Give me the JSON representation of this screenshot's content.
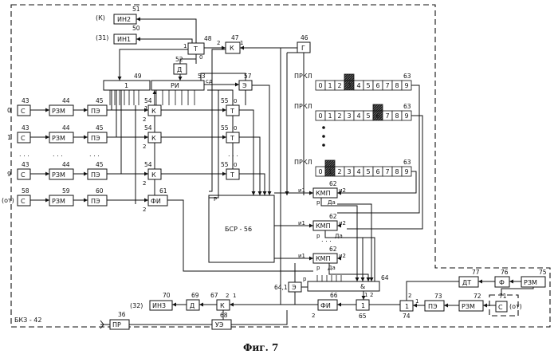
{
  "figure": {
    "caption": "Фиг. 7",
    "outer_label": "БКЗ - 42"
  },
  "outputs": {
    "k_label": "(К)",
    "k_block": "ИН2",
    "k_num": "51",
    "s31_label": "(31)",
    "s31_block": "ИН1",
    "s31_num": "50",
    "s32_label": "(32)",
    "s32_block": "ИН3",
    "s32_num": "70"
  },
  "top_logic": {
    "t48": "Т",
    "t48_num": "48",
    "k47": "К",
    "k47_num": "47",
    "g46": "Г",
    "g46_num": "46",
    "d52": "Д",
    "d52_num": "52",
    "ri": "РИ",
    "ri_num": "53",
    "reg49": "1",
    "reg49_num": "49",
    "e57": "Э",
    "e57_num": "57",
    "sd": "сд",
    "pin1": "1",
    "pin2": "2",
    "pin0": "0"
  },
  "rows": [
    {
      "label": "0",
      "s": "С",
      "s_num": "43",
      "rzm": "РЗМ",
      "rzm_num": "44",
      "pe": "ПЭ",
      "pe_num": "45",
      "k": "К",
      "k_num": "54",
      "t": "Т",
      "t_num": "55"
    },
    {
      "label": "1",
      "s": "С",
      "s_num": "43",
      "rzm": "РЗМ",
      "rzm_num": "44",
      "pe": "ПЭ",
      "pe_num": "45",
      "k": "К",
      "k_num": "54",
      "t": "Т",
      "t_num": "55"
    },
    {
      "label": "9",
      "s": "С",
      "s_num": "43",
      "rzm": "РЗМ",
      "rzm_num": "44",
      "pe": "ПЭ",
      "pe_num": "45",
      "k": "К",
      "k_num": "54",
      "t": "Т",
      "t_num": "55"
    }
  ],
  "ot_row": {
    "label": "(от)",
    "s": "С",
    "s_num": "58",
    "rzm": "РЗМ",
    "rzm_num": "59",
    "pe": "ПЭ",
    "pe_num": "60",
    "fi": "ФИ",
    "fi_num": "61"
  },
  "ellipsis": ". . .",
  "bsr": {
    "label": "БСР - 56",
    "p": "Р"
  },
  "prkl": {
    "label": "ПРКЛ",
    "num": "63",
    "cells": [
      "0",
      "1",
      "2",
      "3",
      "4",
      "5",
      "6",
      "7",
      "8",
      "9"
    ],
    "marked": [
      3,
      6,
      1
    ]
  },
  "kmp": {
    "label": "КМП",
    "num": "62",
    "i1": "и1",
    "i2": "и2",
    "da": "Да",
    "p": "р"
  },
  "bottom": {
    "and": "&",
    "and_num": "64",
    "e641": "Э",
    "e641_num": "64,1",
    "p": "р",
    "or65": "1",
    "or65_num": "65",
    "fi66": "ФИ",
    "fi66_num": "66",
    "k67": "К",
    "k67_num": "67",
    "d69": "Д",
    "d69_num": "69",
    "ue68": "УЭ",
    "ue68_num": "68",
    "pr36": "ПР",
    "pr36_num": "36",
    "or74": "1",
    "or74_num": "74",
    "pe73": "ПЭ",
    "pe73_num": "73",
    "rzm72": "РЗМ",
    "rzm72_num": "72",
    "s71": "С",
    "s71_num": "71",
    "ot": "(от)",
    "dt77": "ДТ",
    "dt77_num": "77",
    "f76": "Ф",
    "f76_num": "76",
    "rzm75": "РЗМ",
    "rzm75_num": "75"
  },
  "pins": {
    "one": "1",
    "two": "2",
    "zero": "0"
  }
}
